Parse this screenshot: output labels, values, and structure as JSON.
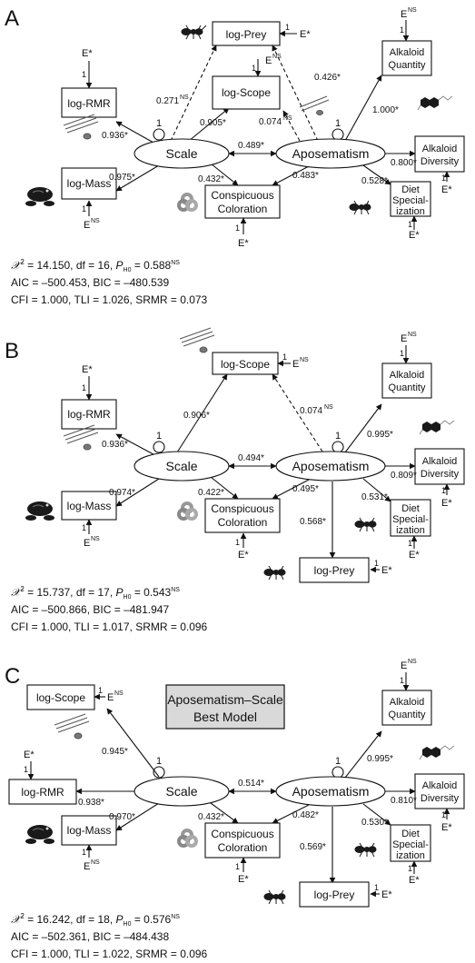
{
  "colors": {
    "ink": "#111111",
    "box_fill": "#ffffff",
    "best_model_fill": "#d9d9d9",
    "icon_dark": "#1a1a1a"
  },
  "icons": [
    "ant-icon",
    "poison-frog-icon",
    "grass-frog-icon",
    "hexagon-molecule-icon",
    "trefoil-icon"
  ],
  "panels": [
    {
      "letter": "A",
      "latent": {
        "scale": "Scale",
        "apo": "Aposematism",
        "one": "1"
      },
      "boxes": {
        "rmr": "log-RMR",
        "mass": "log-Mass",
        "scope": "log-Scope",
        "prey": "log-Prey",
        "consp1": "Conspicuous",
        "consp2": "Coloration",
        "aq1": "Alkaloid",
        "aq2": "Quantity",
        "ad1": "Alkaloid",
        "ad2": "Diversity",
        "diet1": "Diet",
        "diet2": "Special-",
        "diet3": "ization"
      },
      "errors": {
        "rmr": "E*",
        "mass": "E",
        "mass_sup": "NS",
        "prey": "E*",
        "scope": "E",
        "scope_sup": "NS",
        "consp": "E*",
        "aq": "E",
        "aq_sup": "NS",
        "ad": "E*",
        "diet": "E*",
        "one": "1"
      },
      "coef": {
        "rmr": "0.936*",
        "mass": "0.975*",
        "prey_scale": "0.271",
        "prey_scale_sup": "NS",
        "scope_scale": "0.905*",
        "consp_scale": "0.432*",
        "cov": "0.489*",
        "prey_apo": "0.426*",
        "scope_apo": "0.074",
        "scope_apo_sup": "NS",
        "aq": "1.000*",
        "ad": "0.800*",
        "diet": "0.528*",
        "consp_apo": "0.483*"
      },
      "stats": {
        "line1a": "𝒳",
        "line1b": "2",
        "line1c": " = 14.150, df = 16, ",
        "line1d": "P",
        "line1e": "H0",
        "line1f": " = 0.588",
        "line1g": "NS",
        "line2": "AIC = –500.453, BIC = –480.539",
        "line3": "CFI = 1.000, TLI = 1.026, SRMR = 0.073"
      }
    },
    {
      "letter": "B",
      "latent": {
        "scale": "Scale",
        "apo": "Aposematism",
        "one": "1"
      },
      "boxes": {
        "rmr": "log-RMR",
        "mass": "log-Mass",
        "scope": "log-Scope",
        "prey": "log-Prey",
        "consp1": "Conspicuous",
        "consp2": "Coloration",
        "aq1": "Alkaloid",
        "aq2": "Quantity",
        "ad1": "Alkaloid",
        "ad2": "Diversity",
        "diet1": "Diet",
        "diet2": "Special-",
        "diet3": "ization"
      },
      "errors": {
        "rmr": "E*",
        "mass": "E",
        "mass_sup": "NS",
        "prey": "E*",
        "scope": "E",
        "scope_sup": "NS",
        "consp": "E*",
        "aq": "E",
        "aq_sup": "NS",
        "ad": "E*",
        "diet": "E*",
        "one": "1"
      },
      "coef": {
        "rmr": "0.936*",
        "mass": "0.974*",
        "scope_scale": "0.906*",
        "consp_scale": "0.422*",
        "cov": "0.494*",
        "scope_apo": "0.074",
        "scope_apo_sup": "NS",
        "aq": "0.995*",
        "ad": "0.809*",
        "diet": "0.531*",
        "consp_apo": "0.495*",
        "prey_apo": "0.568*"
      },
      "stats": {
        "line1a": "𝒳",
        "line1b": "2",
        "line1c": " = 15.737, df = 17, ",
        "line1d": "P",
        "line1e": "H0",
        "line1f": " = 0.543",
        "line1g": "NS",
        "line2": "AIC = –500.866, BIC = –481.947",
        "line3": "CFI = 1.000, TLI = 1.017, SRMR = 0.096"
      }
    },
    {
      "letter": "C",
      "best_model": {
        "line1": "Aposematism–Scale",
        "line2": "Best Model"
      },
      "latent": {
        "scale": "Scale",
        "apo": "Aposematism",
        "one": "1"
      },
      "boxes": {
        "rmr": "log-RMR",
        "mass": "log-Mass",
        "scope": "log-Scope",
        "prey": "log-Prey",
        "consp1": "Conspicuous",
        "consp2": "Coloration",
        "aq1": "Alkaloid",
        "aq2": "Quantity",
        "ad1": "Alkaloid",
        "ad2": "Diversity",
        "diet1": "Diet",
        "diet2": "Special-",
        "diet3": "ization"
      },
      "errors": {
        "rmr": "E*",
        "mass": "E",
        "mass_sup": "NS",
        "prey": "E*",
        "scope": "E",
        "scope_sup": "NS",
        "consp": "E*",
        "aq": "E",
        "aq_sup": "NS",
        "ad": "E*",
        "diet": "E*",
        "one": "1"
      },
      "coef": {
        "scope_scale": "0.945*",
        "rmr": "0.938*",
        "mass": "0.970*",
        "consp_scale": "0.432*",
        "cov": "0.514*",
        "consp_apo": "0.482*",
        "prey_apo": "0.569*",
        "aq": "0.995*",
        "ad": "0.810*",
        "diet": "0.530*"
      },
      "stats": {
        "line1a": "𝒳",
        "line1b": "2",
        "line1c": " = 16.242, df = 18, ",
        "line1d": "P",
        "line1e": "H0",
        "line1f": " = 0.576",
        "line1g": "NS",
        "line2": "AIC = –502.361, BIC = –484.438",
        "line3": "CFI = 1.000, TLI = 1.022, SRMR = 0.096"
      }
    }
  ]
}
